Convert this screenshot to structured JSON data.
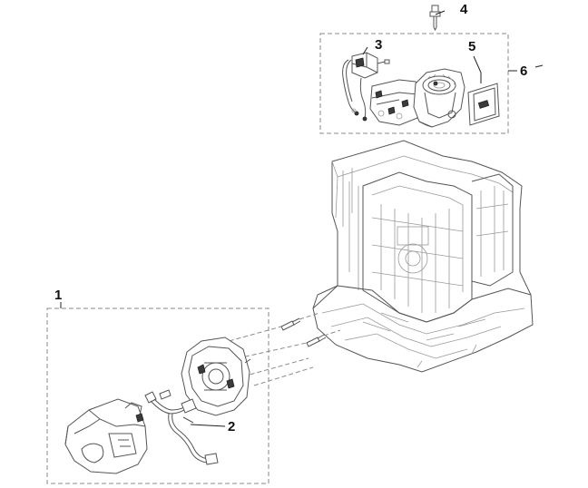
{
  "diagram": {
    "kind": "exploded parts view",
    "callouts": [
      {
        "id": "callout-1",
        "label": "1"
      },
      {
        "id": "callout-2",
        "label": "2"
      },
      {
        "id": "callout-3",
        "label": "3"
      },
      {
        "id": "callout-4",
        "label": "4"
      },
      {
        "id": "callout-5",
        "label": "5"
      },
      {
        "id": "callout-6",
        "label": "6"
      }
    ],
    "colors": {
      "line": "#444444",
      "light_line": "#9a9a9a",
      "dash_box": "#8a8a8a",
      "dark_part": "#333333"
    }
  }
}
